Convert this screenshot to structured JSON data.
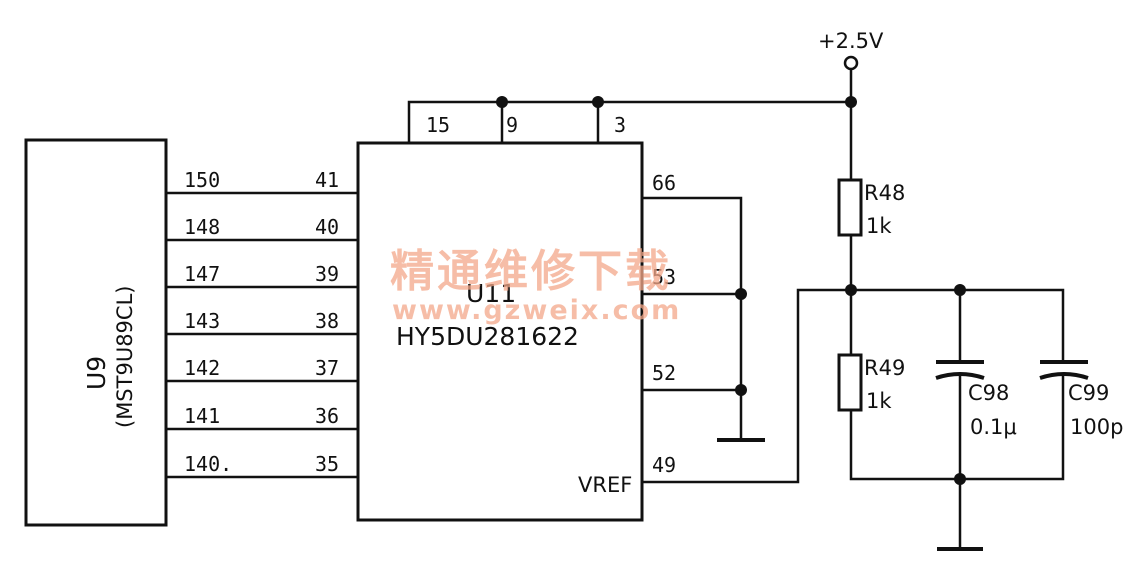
{
  "supply": {
    "label": "+2.5V"
  },
  "u9": {
    "ref": "U9",
    "part": "(MST9U89CL)"
  },
  "u11": {
    "ref": "U11",
    "part": "HY5DU281622"
  },
  "watermark": {
    "text": "精通维修下载",
    "url": "www.gzweix.com"
  },
  "bus": [
    {
      "left": "150",
      "right": "41"
    },
    {
      "left": "148",
      "right": "40"
    },
    {
      "left": "147",
      "right": "39"
    },
    {
      "left": "143",
      "right": "38"
    },
    {
      "left": "142",
      "right": "37"
    },
    {
      "left": "141",
      "right": "36"
    },
    {
      "left": "140.",
      "right": "35"
    }
  ],
  "top_pins": [
    "15",
    "9",
    "3"
  ],
  "right_pins": [
    "66",
    "53",
    "52",
    "49"
  ],
  "vref_label": "VREF",
  "r48": {
    "ref": "R48",
    "value": "1k"
  },
  "r49": {
    "ref": "R49",
    "value": "1k"
  },
  "c98": {
    "ref": "C98",
    "value": "0.1μ"
  },
  "c99": {
    "ref": "C99",
    "value": "100p"
  }
}
